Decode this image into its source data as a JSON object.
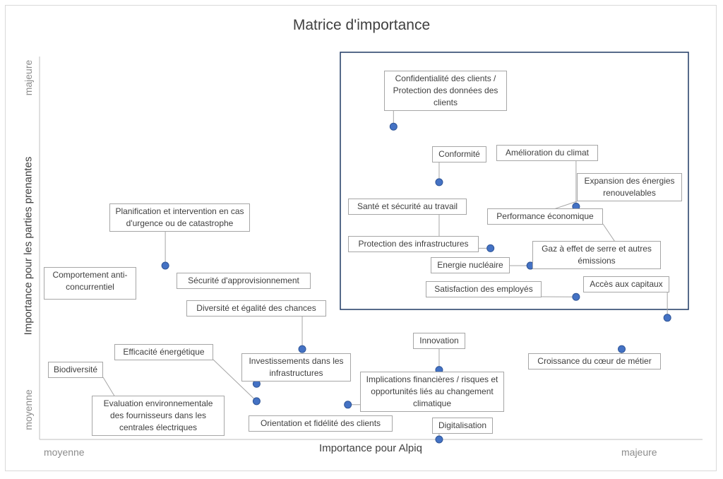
{
  "chart_data": {
    "type": "scatter",
    "title": "Matrice d'importance",
    "xlabel": "Importance pour Alpiq",
    "ylabel": "Importance pour les parties prenantes",
    "x_ticks": [
      "moyenne",
      "majeure"
    ],
    "y_ticks": [
      "moyenne",
      "majeure"
    ],
    "xlim": [
      0,
      100
    ],
    "ylim": [
      0,
      100
    ],
    "grid": false,
    "legend": "none",
    "highlight_region": {
      "x": [
        51,
        100
      ],
      "y": [
        33,
        100
      ]
    },
    "points": [
      {
        "label": "Confidentialité des clients / Protection des données des clients",
        "x": 54,
        "y": 90
      },
      {
        "label": "Conformité",
        "x": 62,
        "y": 74
      },
      {
        "label": "Amélioration du climat",
        "x": 86,
        "y": 67
      },
      {
        "label": "Expansion des énergies renouvelables",
        "x": 78,
        "y": 64
      },
      {
        "label": "Santé et sécurité au travail",
        "x": 62,
        "y": 55
      },
      {
        "label": "Protection des infrastructures",
        "x": 71,
        "y": 55
      },
      {
        "label": "Performance économique",
        "x": 94,
        "y": 54
      },
      {
        "label": "Energie nucléaire",
        "x": 78,
        "y": 50
      },
      {
        "label": "Gaz à effet de serre et autres émissions",
        "x": 78,
        "y": 50
      },
      {
        "label": "Satisfaction des employés",
        "x": 86,
        "y": 41
      },
      {
        "label": "Accès aux capitaux",
        "x": 102,
        "y": 35
      },
      {
        "label": "Innovation",
        "x": 62,
        "y": 20
      },
      {
        "label": "Croissance du cœur de métier",
        "x": 94,
        "y": 26
      },
      {
        "label": "Implications financières / risques et opportunités liés au changement climatique",
        "x": 46,
        "y": 10
      },
      {
        "label": "Digitalisation",
        "x": 62,
        "y": 0
      },
      {
        "label": "Orientation et fidélité des clients",
        "x": 30,
        "y": 4
      },
      {
        "label": "Diversité et égalité des chances",
        "x": 38,
        "y": 26
      },
      {
        "label": "Sécurité d'approvisionnement",
        "x": 38,
        "y": 46
      },
      {
        "label": "Planification et intervention en cas d'urgence ou de catastrophe",
        "x": 14,
        "y": 50
      },
      {
        "label": "Comportement anti-concurrentiel",
        "x": 6,
        "y": 47
      },
      {
        "label": "Investissements dans les infrastructures",
        "x": 30,
        "y": 16
      },
      {
        "label": "Efficacité énergétique",
        "x": 30,
        "y": 11
      },
      {
        "label": "Biodiversité",
        "x": 6,
        "y": 10
      },
      {
        "label": "Evaluation environnementale des fournisseurs dans les centrales électriques",
        "x": 6,
        "y": 10
      }
    ]
  }
}
